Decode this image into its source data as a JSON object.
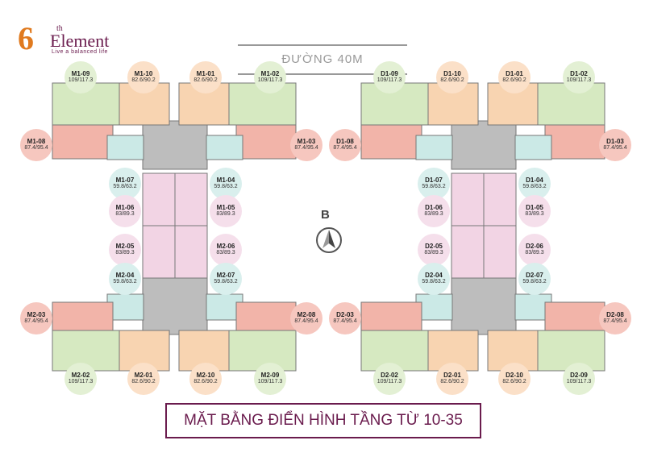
{
  "logo": {
    "six": "6",
    "th": "th",
    "name": "Element",
    "tagline": "Live a balanced life"
  },
  "road_label": "ĐƯỜNG 40M",
  "north_label": "B",
  "title": "MẶT BẰNG ĐIỂN HÌNH TẦNG TỪ 10-35",
  "colors": {
    "green": "#d6e9c1",
    "orange": "#f8d4b1",
    "red": "#f2b4a9",
    "teal": "#cbe9e6",
    "pink": "#f2d4e4",
    "core": "#bdbdbd",
    "brand": "#6a1b4d"
  },
  "buildings": [
    {
      "name": "M",
      "units": [
        {
          "code": "M1-09",
          "area": "109/117.3",
          "type": "green"
        },
        {
          "code": "M1-10",
          "area": "82.6/90.2",
          "type": "orange"
        },
        {
          "code": "M1-01",
          "area": "82.6/90.2",
          "type": "orange"
        },
        {
          "code": "M1-02",
          "area": "109/117.3",
          "type": "green"
        },
        {
          "code": "M1-08",
          "area": "87.4/95.4",
          "type": "red"
        },
        {
          "code": "M1-03",
          "area": "87.4/95.4",
          "type": "red"
        },
        {
          "code": "M1-07",
          "area": "59.8/63.2",
          "type": "teal"
        },
        {
          "code": "M1-04",
          "area": "59.8/63.2",
          "type": "teal"
        },
        {
          "code": "M1-06",
          "area": "83/89.3",
          "type": "pink"
        },
        {
          "code": "M1-05",
          "area": "83/89.3",
          "type": "pink"
        },
        {
          "code": "M2-05",
          "area": "83/89.3",
          "type": "pink"
        },
        {
          "code": "M2-06",
          "area": "83/89.3",
          "type": "pink"
        },
        {
          "code": "M2-04",
          "area": "59.8/63.2",
          "type": "teal"
        },
        {
          "code": "M2-07",
          "area": "59.8/63.2",
          "type": "teal"
        },
        {
          "code": "M2-03",
          "area": "87.4/95.4",
          "type": "red"
        },
        {
          "code": "M2-08",
          "area": "87.4/95.4",
          "type": "red"
        },
        {
          "code": "M2-02",
          "area": "109/117.3",
          "type": "green"
        },
        {
          "code": "M2-01",
          "area": "82.6/90.2",
          "type": "orange"
        },
        {
          "code": "M2-10",
          "area": "82.6/90.2",
          "type": "orange"
        },
        {
          "code": "M2-09",
          "area": "109/117.3",
          "type": "green"
        }
      ]
    },
    {
      "name": "D",
      "units": [
        {
          "code": "D1-09",
          "area": "109/117.3",
          "type": "green"
        },
        {
          "code": "D1-10",
          "area": "82.6/90.2",
          "type": "orange"
        },
        {
          "code": "D1-01",
          "area": "82.6/90.2",
          "type": "orange"
        },
        {
          "code": "D1-02",
          "area": "109/117.3",
          "type": "green"
        },
        {
          "code": "D1-08",
          "area": "87.4/95.4",
          "type": "red"
        },
        {
          "code": "D1-03",
          "area": "87.4/95.4",
          "type": "red"
        },
        {
          "code": "D1-07",
          "area": "59.8/63.2",
          "type": "teal"
        },
        {
          "code": "D1-04",
          "area": "59.8/63.2",
          "type": "teal"
        },
        {
          "code": "D1-06",
          "area": "83/89.3",
          "type": "pink"
        },
        {
          "code": "D1-05",
          "area": "83/89.3",
          "type": "pink"
        },
        {
          "code": "D2-05",
          "area": "83/89.3",
          "type": "pink"
        },
        {
          "code": "D2-06",
          "area": "83/89.3",
          "type": "pink"
        },
        {
          "code": "D2-04",
          "area": "59.8/63.2",
          "type": "teal"
        },
        {
          "code": "D2-07",
          "area": "59.8/63.2",
          "type": "teal"
        },
        {
          "code": "D2-03",
          "area": "87.4/95.4",
          "type": "red"
        },
        {
          "code": "D2-08",
          "area": "87.4/95.4",
          "type": "red"
        },
        {
          "code": "D2-02",
          "area": "109/117.3",
          "type": "green"
        },
        {
          "code": "D2-01",
          "area": "82.6/90.2",
          "type": "orange"
        },
        {
          "code": "D2-10",
          "area": "82.6/90.2",
          "type": "orange"
        },
        {
          "code": "D2-09",
          "area": "109/117.3",
          "type": "green"
        }
      ]
    }
  ]
}
